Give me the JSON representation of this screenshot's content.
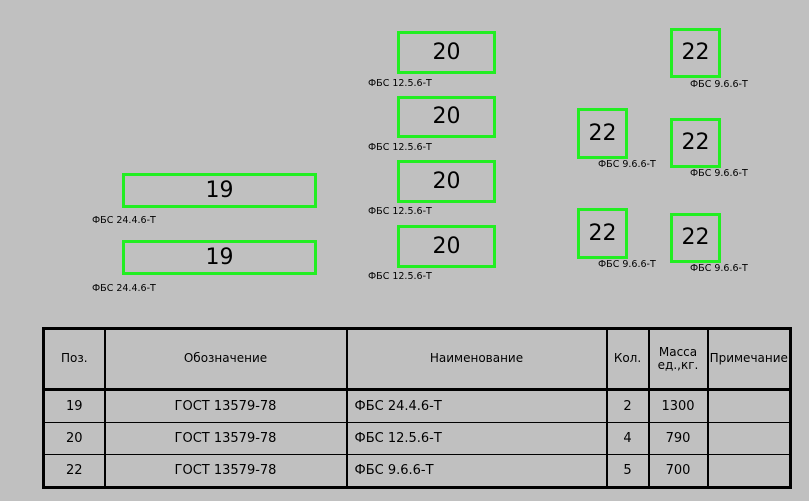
{
  "blocks": [
    {
      "pos": "19",
      "label": "ФБС 24.4.6-Т"
    },
    {
      "pos": "19",
      "label": "ФБС 24.4.6-Т"
    },
    {
      "pos": "20",
      "label": "ФБС 12.5.6-Т"
    },
    {
      "pos": "20",
      "label": "ФБС 12.5.6-Т"
    },
    {
      "pos": "20",
      "label": "ФБС 12.5.6-Т"
    },
    {
      "pos": "20",
      "label": "ФБС 12.5.6-Т"
    },
    {
      "pos": "22",
      "label": "ФБС 9.6.6-Т"
    },
    {
      "pos": "22",
      "label": "ФБС 9.6.6-Т"
    },
    {
      "pos": "22",
      "label": "ФБС 9.6.6-Т"
    },
    {
      "pos": "22",
      "label": "ФБС 9.6.6-Т"
    },
    {
      "pos": "22",
      "label": "ФБС 9.6.6-Т"
    }
  ],
  "table": {
    "headers": {
      "pos": "Поз.",
      "designation": "Обозначение",
      "name": "Наименование",
      "qty": "Кол.",
      "mass_line1": "Масса",
      "mass_line2": "ед.,кг.",
      "note": "Примечание"
    },
    "rows": [
      {
        "pos": "19",
        "designation": "ГОСТ 13579-78",
        "name": "ФБС 24.4.6-Т",
        "qty": "2",
        "mass": "1300",
        "note": ""
      },
      {
        "pos": "20",
        "designation": "ГОСТ 13579-78",
        "name": "ФБС 12.5.6-Т",
        "qty": "4",
        "mass": "790",
        "note": ""
      },
      {
        "pos": "22",
        "designation": "ГОСТ 13579-78",
        "name": "ФБС 9.6.6-Т",
        "qty": "5",
        "mass": "700",
        "note": ""
      }
    ]
  },
  "colors": {
    "background": "#c0c0c0",
    "block_outline": "#22ee22",
    "ink": "#000000"
  }
}
